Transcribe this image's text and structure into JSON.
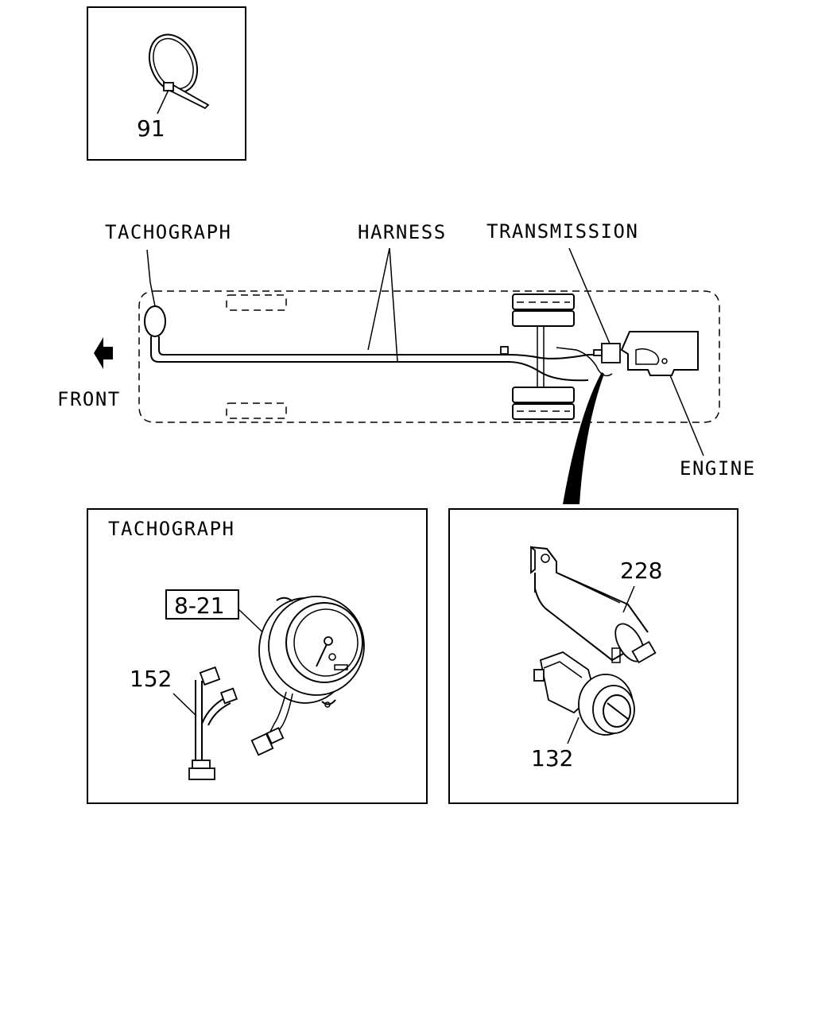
{
  "labels": {
    "tachograph": "TACHOGRAPH",
    "harness": "HARNESS",
    "transmission": "TRANSMISSION",
    "front": "FRONT",
    "engine": "ENGINE"
  },
  "detail_left": {
    "title": "TACHOGRAPH",
    "ref_box": "8-21",
    "part_harness": "152"
  },
  "detail_right": {
    "part_cover": "228",
    "part_sensor": "132"
  },
  "detail_top": {
    "part_tie": "91"
  }
}
